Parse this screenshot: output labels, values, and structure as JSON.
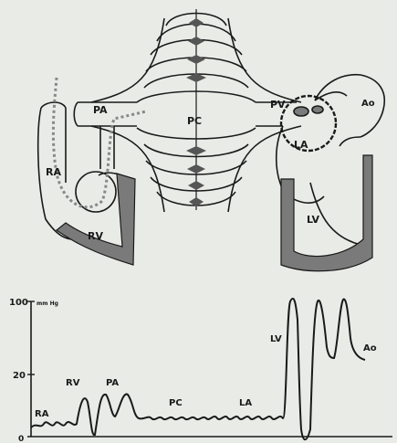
{
  "heart_diagram": {
    "labels": {
      "ra": "RA",
      "rv": "RV",
      "pa": "PA",
      "pc": "PC",
      "pv": "PV",
      "la": "LA",
      "lv": "LV",
      "ao": "Ao"
    }
  },
  "pressure_trace": {
    "y_axis": {
      "top_label": "100",
      "unit": "mm Hg",
      "mid_label": "20",
      "zero_label": "0"
    },
    "segment_labels": {
      "ra": "RA",
      "rv": "RV",
      "pa": "PA",
      "pc": "PC",
      "la": "LA",
      "lv": "LV",
      "ao": "Ao"
    }
  },
  "colors": {
    "background": "#e9ebe7",
    "ink": "#1a1a1a",
    "wall_shading": "#7a7a7a",
    "septum_dark": "#555555"
  }
}
